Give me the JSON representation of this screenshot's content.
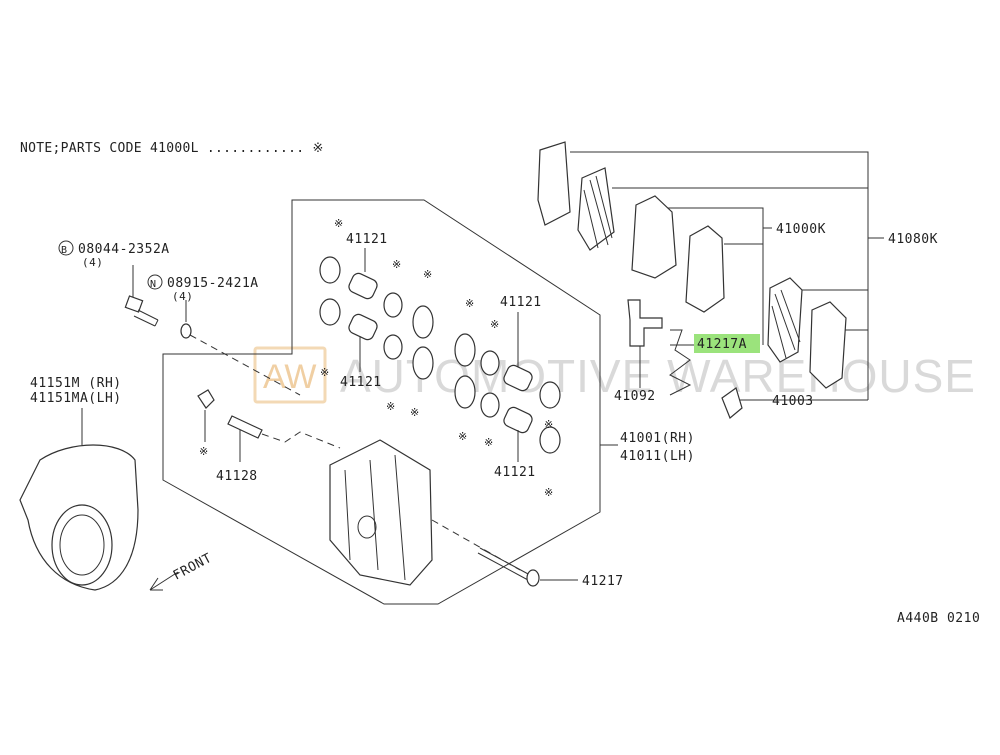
{
  "note": {
    "text": "NOTE;PARTS CODE 41000L ............ ※"
  },
  "watermark": {
    "logo": "AW",
    "text": "AUTOMOTIVE WAREHOUSE"
  },
  "diagram_code": "A440B 0210",
  "front_label": "FRONT",
  "highlight_color": "#9be37c",
  "bolt_b": {
    "symbol": "B",
    "part": "08044-2352A",
    "qty": "(4)"
  },
  "washer_n": {
    "symbol": "N",
    "part": "08915-2421A",
    "qty": "(4)"
  },
  "labels": {
    "plate_rh": "41151M (RH)",
    "plate_lh": "41151MA(LH)",
    "seal_kit_a": "41121",
    "seal_kit_b": "41121",
    "seal_kit_c": "41121",
    "seal_kit_d": "41121",
    "bleeder": "41128",
    "caliper_rh": "41001(RH)",
    "caliper_lh": "41011(LH)",
    "pin": "41217",
    "pad_kit": "41000K",
    "pad_set": "41080K",
    "spring_highlight": "41217A",
    "anti_squeal": "41092",
    "shim": "41003"
  }
}
